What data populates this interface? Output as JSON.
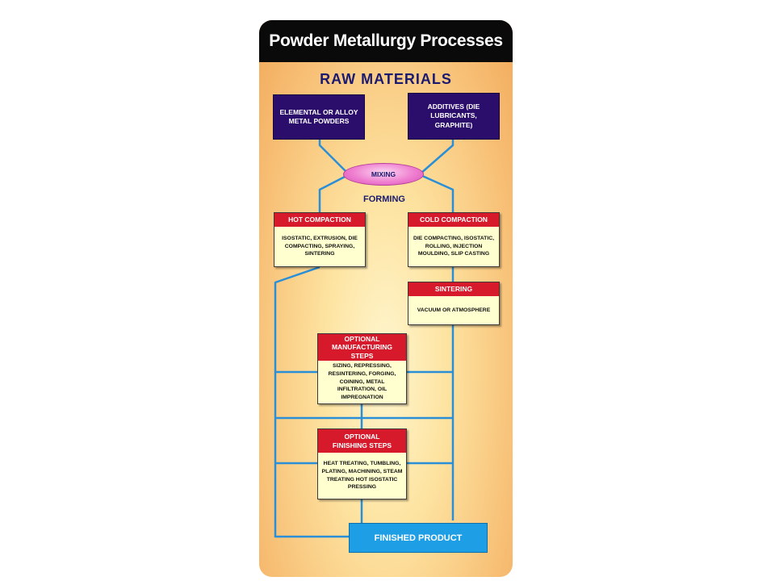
{
  "title": "Powder Metallurgy Processes",
  "raw_materials_heading": "RAW MATERIALS",
  "elemental_powders": "ELEMENTAL OR ALLOY METAL POWDERS",
  "additives": "ADDITIVES (DIE LUBRICANTS, GRAPHITE)",
  "mixing": "MIXING",
  "forming_heading": "FORMING",
  "hot_compaction": {
    "header": "HOT COMPACTION",
    "body": "ISOSTATIC, EXTRUSION, DIE COMPACTING, SPRAYING, SINTERING"
  },
  "cold_compaction": {
    "header": "COLD COMPACTION",
    "body": "DIE COMPACTING, ISOSTATIC, ROLLING, INJECTION MOULDING, SLIP CASTING"
  },
  "sintering": {
    "header": "SINTERING",
    "body": "VACUUM OR ATMOSPHERE"
  },
  "optional_manufacturing": {
    "header": "OPTIONAL MANUFACTURING STEPS",
    "body": "SIZING, REPRESSING, RESINTERING, FORGING, COINING, METAL INFILTRATION, OIL IMPREGNATION"
  },
  "optional_finishing": {
    "header": "OPTIONAL FINISHING STEPS",
    "body": "HEAT TREATING, TUMBLING, PLATING, MACHINING, STEAM TREATING HOT ISOSTATIC PRESSING"
  },
  "finished_product": "FINISHED PRODUCT",
  "colors": {
    "connector": "#2a8fd6",
    "header_red": "#d61a2b",
    "navy_box": "#2b0d6b",
    "finished_blue": "#1e9ee4",
    "title_bar": "#0a0a0a"
  }
}
